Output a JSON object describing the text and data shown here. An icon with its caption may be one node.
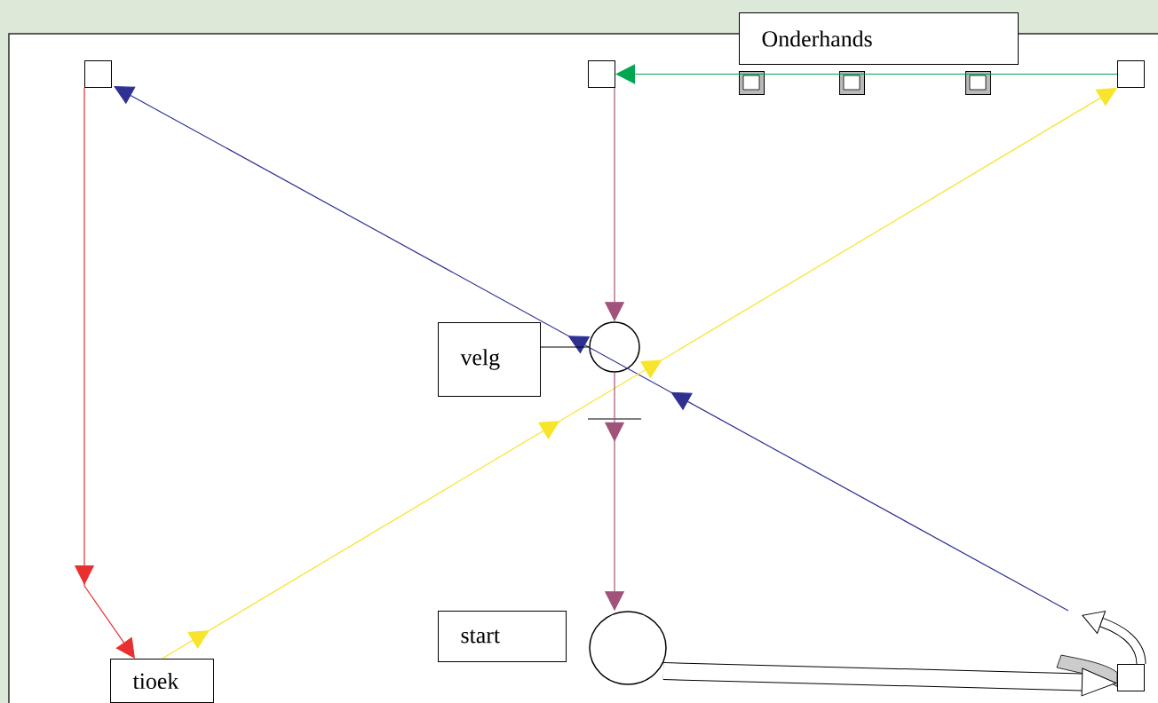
{
  "diagram": {
    "nodes": [
      {
        "text": [],
        "shape": "box"
      },
      {
        "text": [],
        "shape": "box"
      },
      {
        "text": [],
        "shape": "box"
      },
      {
        "text": [
          "Onderhands"
        ]
      },
      {
        "text": [],
        "shape": "box"
      },
      {
        "text": [],
        "shape": "box"
      },
      {
        "text": [],
        "shape": "box"
      },
      {
        "text": [],
        "shape": "circle"
      },
      {
        "text": [
          "velg"
        ]
      },
      {
        "text": [
          "start"
        ]
      },
      {
        "text": [],
        "shape": "circle"
      },
      {
        "text": [],
        "shape": "box"
      },
      {
        "text": [
          "tioek"
        ]
      }
    ],
    "edges": [
      {
        "from": 0,
        "to": 12,
        "arrow": "to",
        "color": "#e83030"
      },
      {
        "from": null,
        "to": 0,
        "arrow": "to",
        "color": "#2e3192"
      },
      {
        "from": 12,
        "to": 2,
        "arrow": "to",
        "color": "#f8e42a"
      },
      {
        "from": 2,
        "to": 1,
        "arrow": "to",
        "color": "#00a651"
      },
      {
        "from": 1,
        "to": 7,
        "arrow": "to",
        "color": "#a0527a"
      },
      {
        "from": 7,
        "to": 10,
        "arrow": "to",
        "color": "#a0527a"
      },
      {
        "from": 8,
        "to": 7,
        "arrow": "none",
        "color": "#000000"
      },
      {
        "from": 10,
        "to": 11,
        "arrow": "to",
        "style": "thick",
        "color": "#000000"
      },
      {
        "from": 11,
        "to": null,
        "arrow": "to",
        "style": "thick",
        "color": "#000000"
      }
    ]
  }
}
